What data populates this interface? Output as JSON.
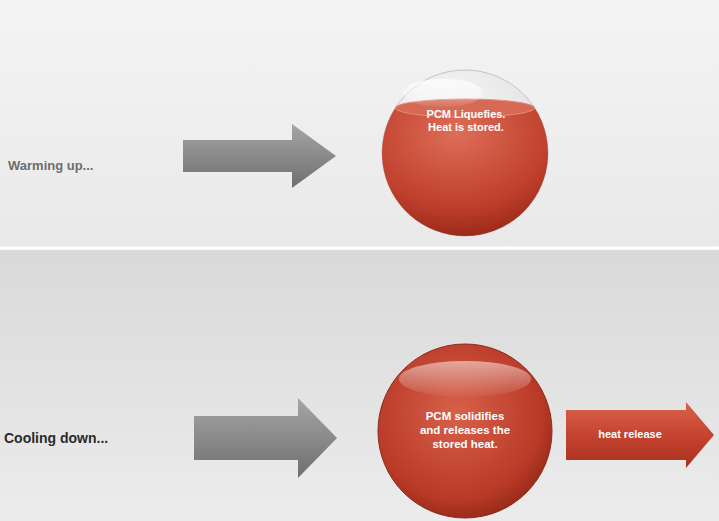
{
  "diagram": {
    "nodes": [
      {
        "text": [
          "PCM Liquefies. Heat is stored."
        ]
      },
      {
        "text": [
          "PCM solidifies and releases the stored heat."
        ]
      },
      {
        "text": [
          "heat release"
        ]
      }
    ],
    "labels": [
      "Warming up...",
      "Cooling down..."
    ]
  }
}
